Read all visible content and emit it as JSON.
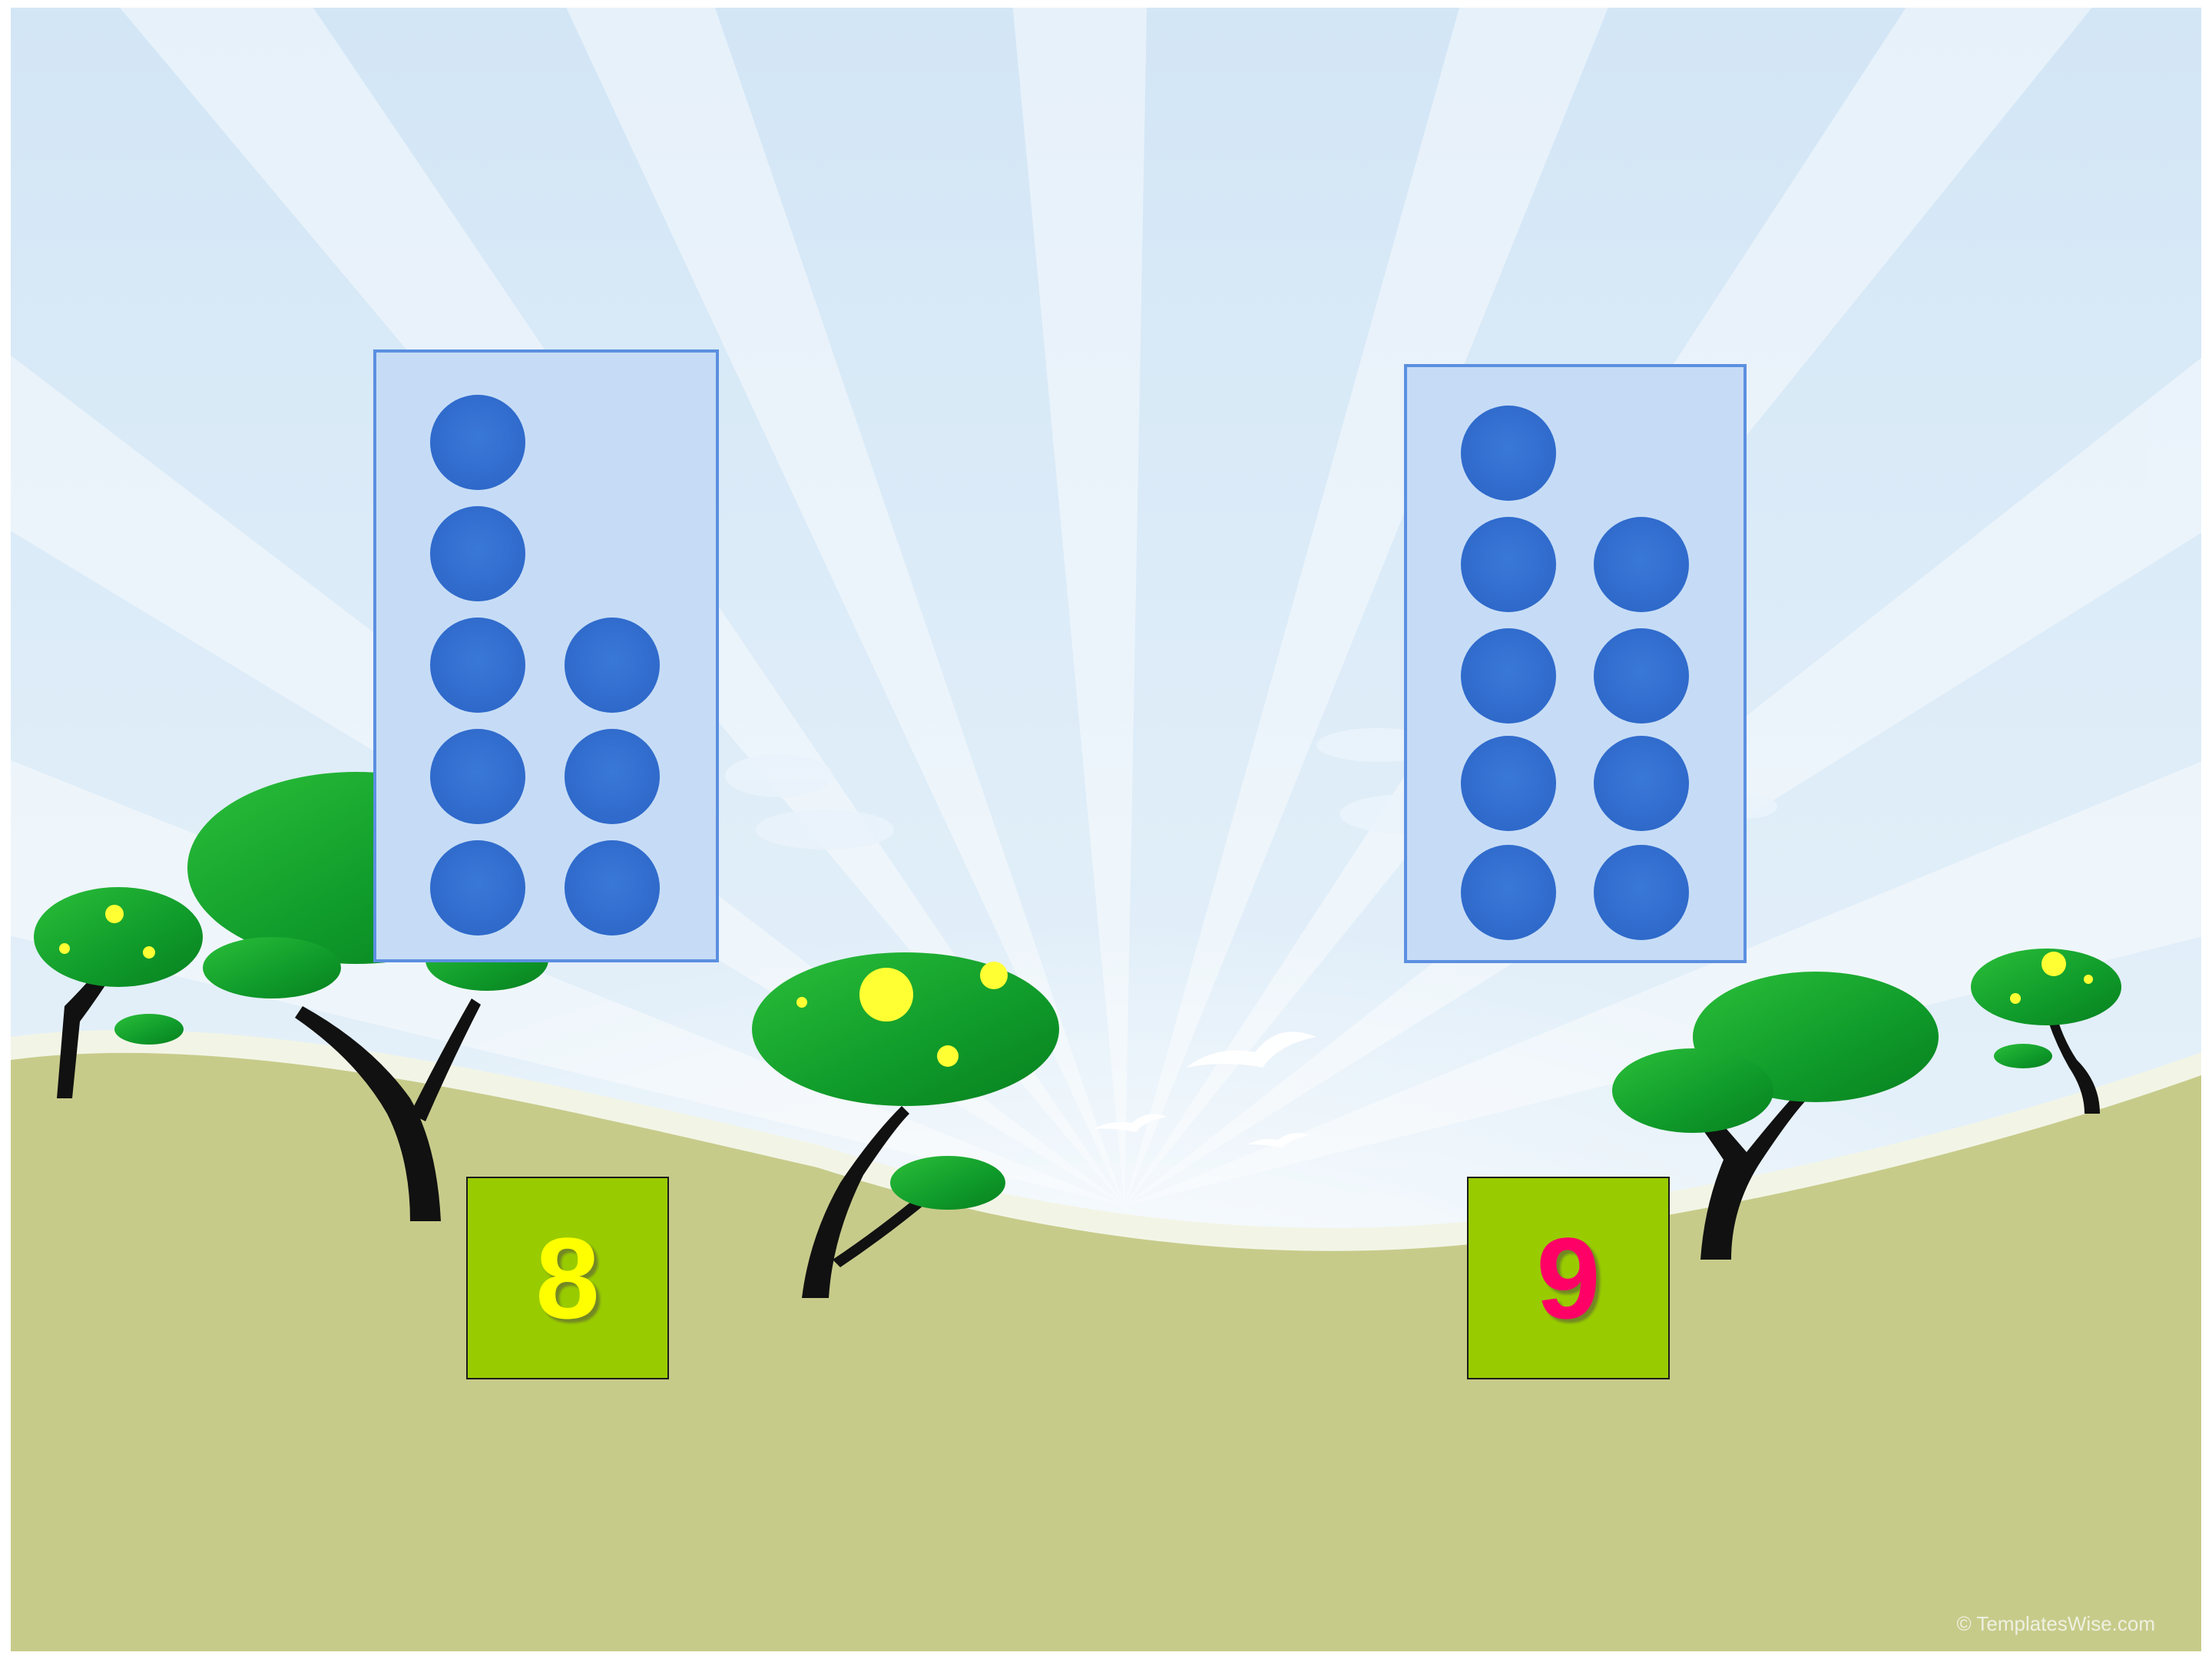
{
  "slide": {
    "cards": [
      {
        "dot_count": 8,
        "label": "8",
        "label_color": "#ffff00"
      },
      {
        "dot_count": 9,
        "label": "9",
        "label_color": "#ff0066"
      }
    ],
    "number_box_color": "#99cc00",
    "dot_color": "#2f6acb",
    "watermark": "© TemplatesWise.com"
  }
}
